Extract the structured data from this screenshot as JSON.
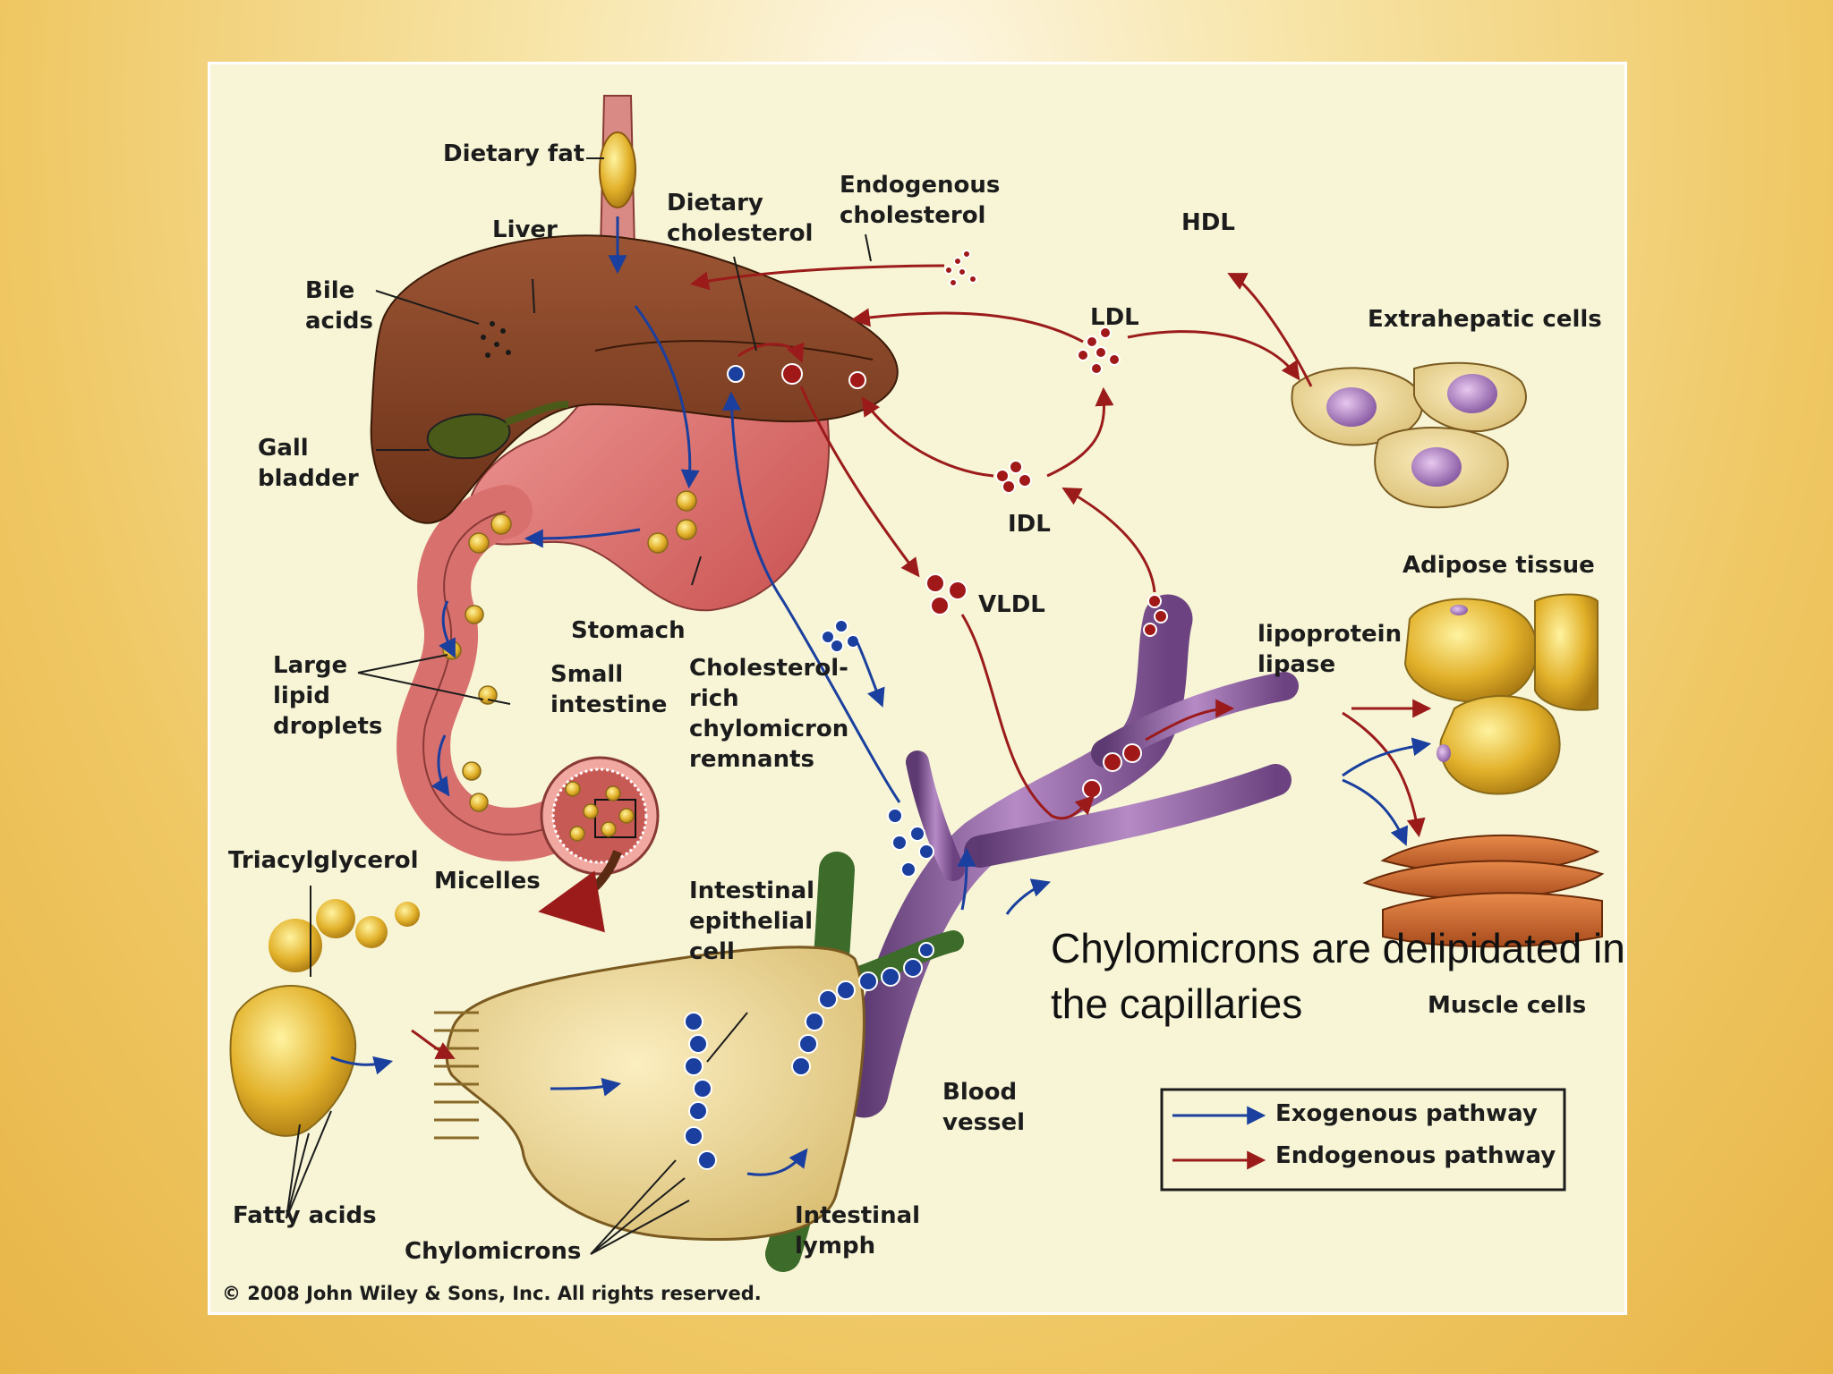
{
  "labels": {
    "dietary_fat": "Dietary fat",
    "liver": "Liver",
    "dietary_cholesterol": "Dietary\ncholesterol",
    "endogenous_cholesterol": "Endogenous\ncholesterol",
    "hdl": "HDL",
    "ldl": "LDL",
    "extrahepatic_cells": "Extrahepatic cells",
    "bile_acids": "Bile\nacids",
    "gall_bladder": "Gall\nbladder",
    "idl": "IDL",
    "adipose_tissue": "Adipose tissue",
    "vldl": "VLDL",
    "stomach": "Stomach",
    "large_lipid_droplets": "Large\nlipid\ndroplets",
    "small_intestine": "Small\nintestine",
    "cholesterol_rich": "Cholesterol-\nrich\nchylomicron\nremnants",
    "lipoprotein_lipase": "lipoprotein\nlipase",
    "triacylglycerol": "Triacylglycerol",
    "micelles": "Micelles",
    "intestinal_epithelial_cell": "Intestinal\nepithelial\ncell",
    "muscle_cells": "Muscle cells",
    "blood_vessel": "Blood\nvessel",
    "fatty_acids": "Fatty acids",
    "chylomicrons": "Chylomicrons",
    "intestinal_lymph": "Intestinal\nlymph"
  },
  "caption": "Chylomicrons are delipidated in\nthe capillaries",
  "legend": {
    "exogenous": "Exogenous pathway",
    "endogenous": "Endogenous pathway"
  },
  "copyright": "© 2008 John Wiley & Sons, Inc. All rights reserved.",
  "colors": {
    "exogenous": "#1a3f9e",
    "endogenous": "#9b1b1b",
    "liver": "#8a4a2a",
    "stomach": "#e07b7b",
    "vessel": "#8a5a9e",
    "lymph": "#3c6b2a",
    "fat": "#d9a520",
    "muscle": "#c8642e"
  }
}
